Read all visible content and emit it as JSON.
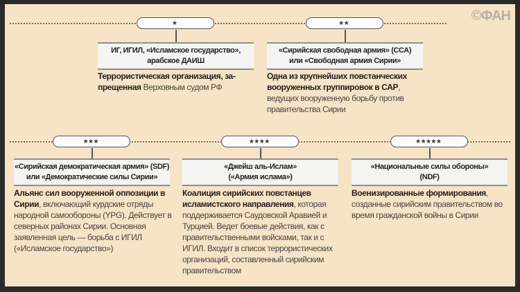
{
  "logo": "©ФАН",
  "items": [
    {
      "marker": "*",
      "title_lines": [
        "ИГ, ИГИЛ, «Исламское государство»,",
        "арабское ДАИШ"
      ],
      "desc_bold": "Террористическая организация, за-\nпрещенная",
      "desc_rest": " Верховным судом РФ"
    },
    {
      "marker": "**",
      "title_lines": [
        "«Сирийская свободная армия» (ССА)",
        "или «Свободная армия Сирии»"
      ],
      "desc_bold": "Одна из крупнейших повстанческих вооруженных группировок в САР",
      "desc_rest": ", ведущих вооруженную борьбу против правительства Сирии"
    },
    {
      "marker": "***",
      "title_lines": [
        "«Сирийская демократическая армия» (SDF)",
        "или «Демократические силы Сирии»"
      ],
      "desc_bold": "Альянс сил вооруженной оппозиции в Сирии",
      "desc_rest": ", включающий курдские отряды народной самообороны (YPG). Действует в северных районах Сирии. Основная заявленная цель — борьба с ИГИЛ («Исламское государство»)"
    },
    {
      "marker": "****",
      "title_lines": [
        "«Джейш аль-Ислам»",
        "(«Армия ислама»)"
      ],
      "desc_bold": "Коалиция сирийских повстанцев исламистского направления",
      "desc_rest": ", которая поддерживается Саудовской Аравией и Турцией. Ведет боевые действия, как с правительственными войсками, так и с ИГИЛ. Входит в список террористических организаций, составленный сирийским правительством"
    },
    {
      "marker": "*****",
      "title_lines": [
        "«Национальные силы обороны»",
        "(NDF)"
      ],
      "desc_bold": "Военизированные формирования",
      "desc_rest": ", созданные сирийским правительством во время гражданской войны в Сирии"
    }
  ]
}
